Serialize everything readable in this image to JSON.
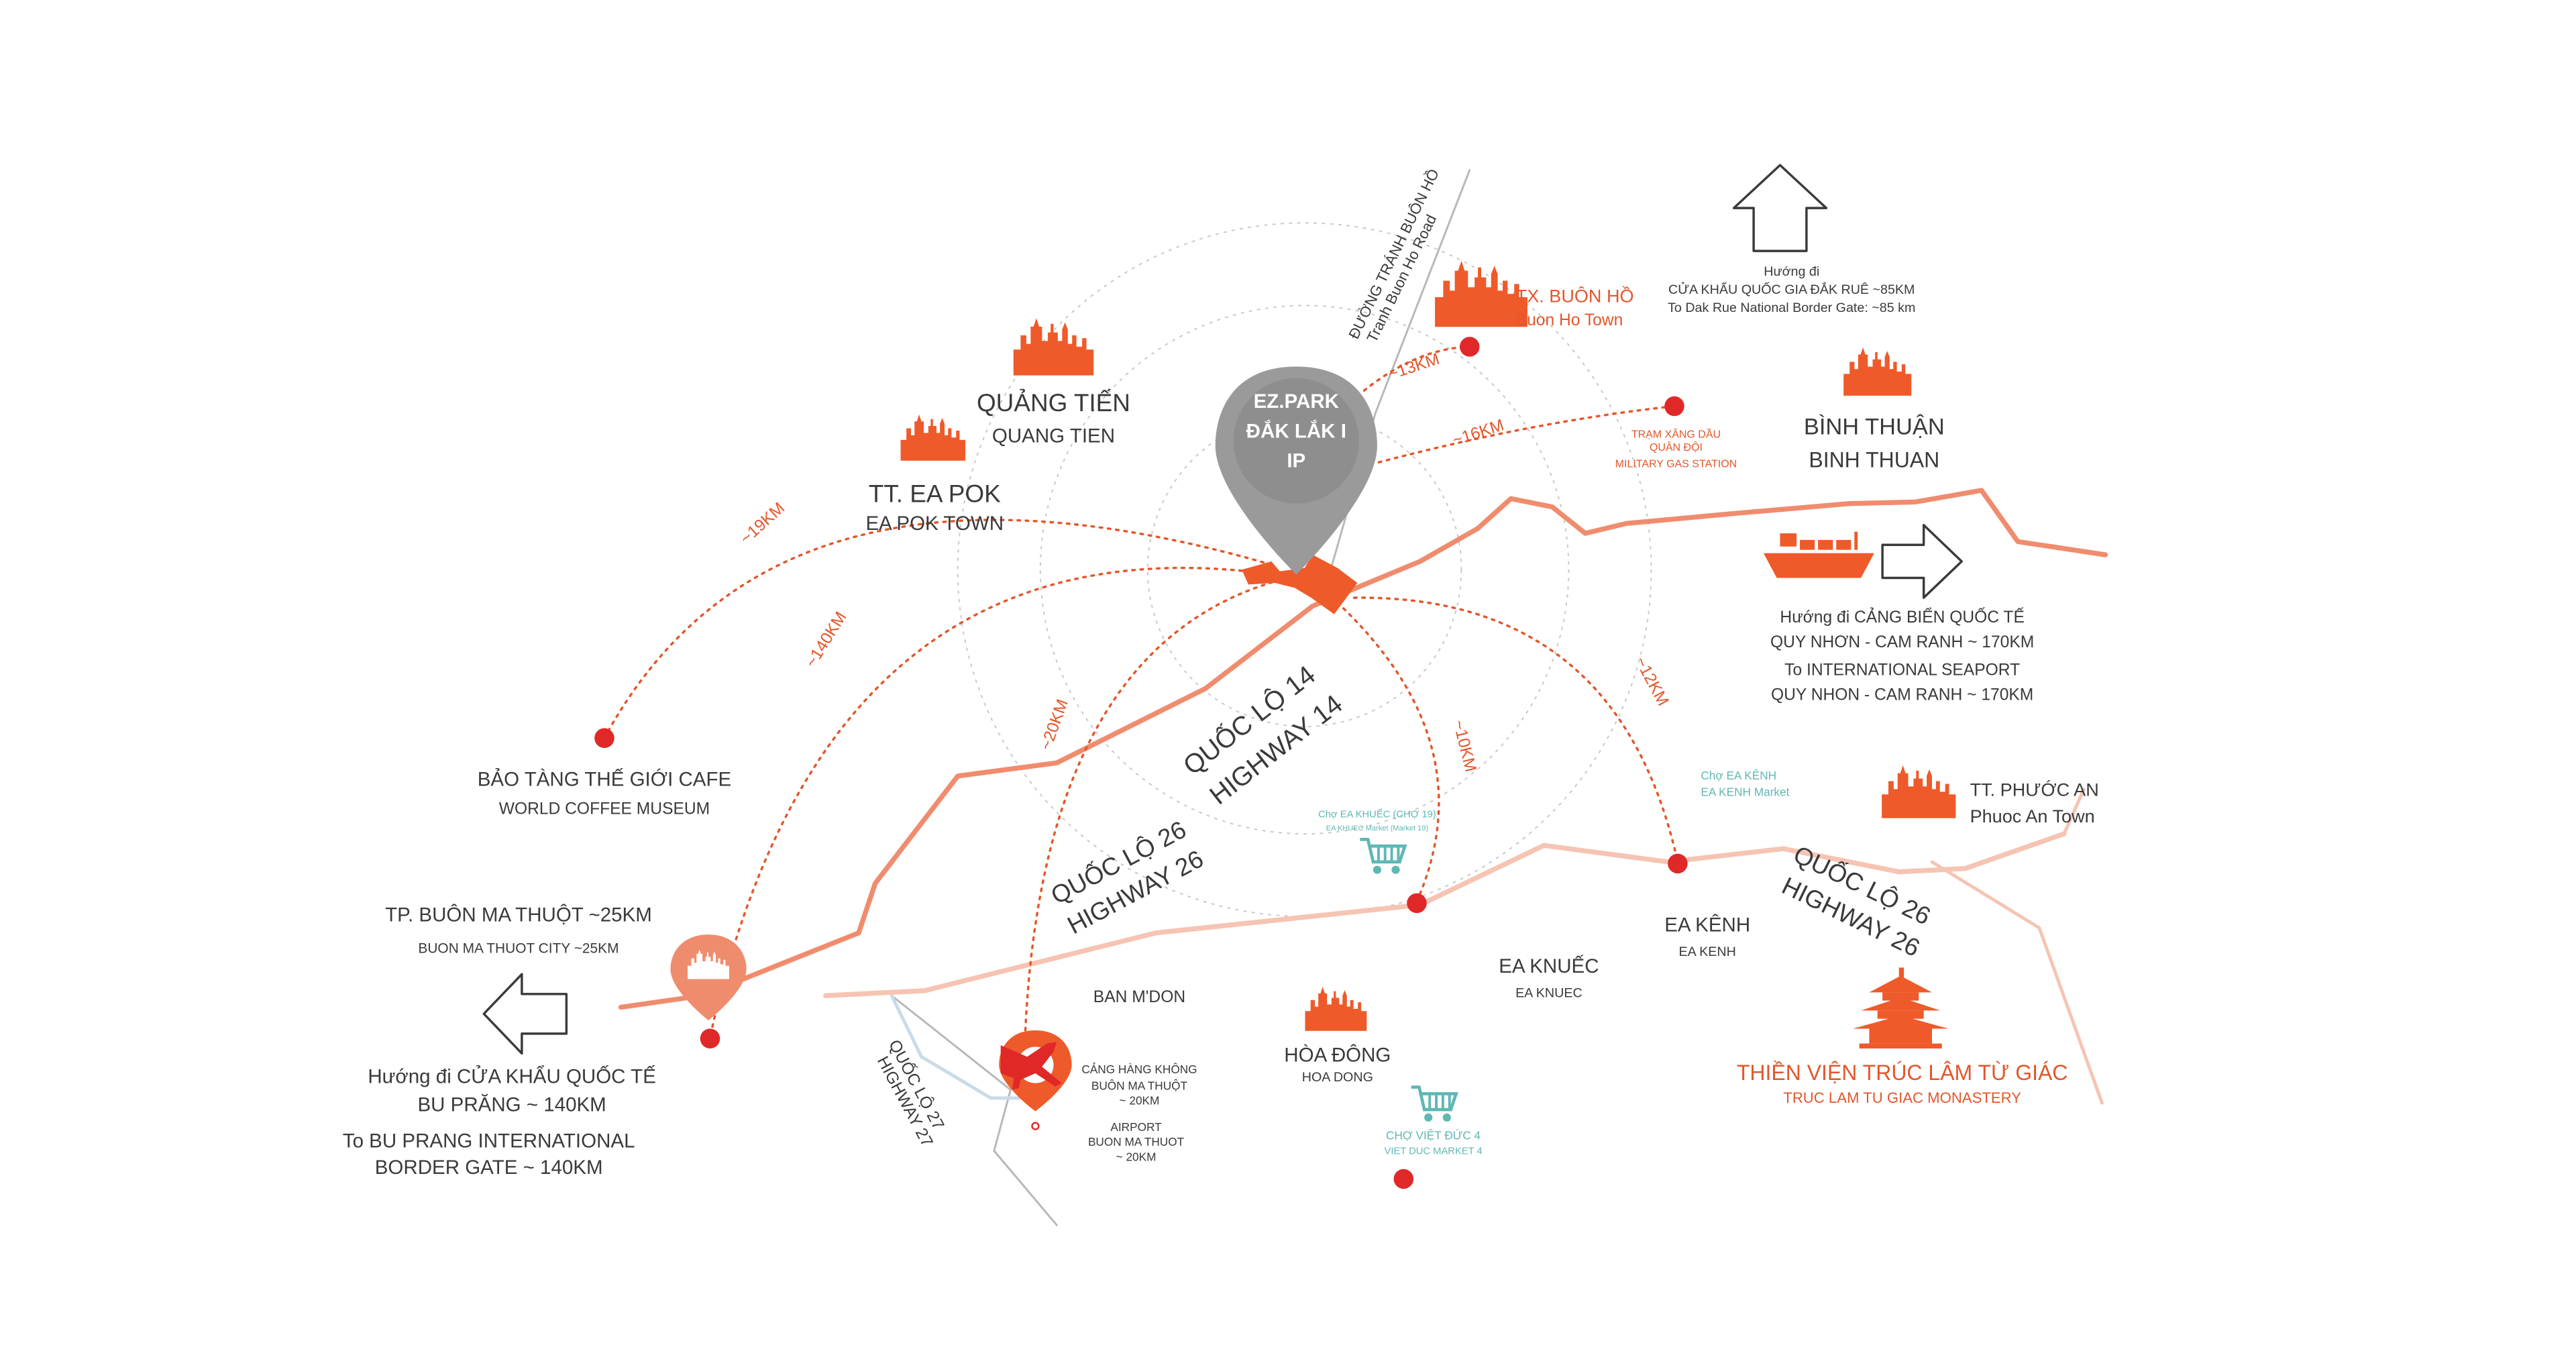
{
  "colors": {
    "accent": "#ef5a2a",
    "road": "#f08c6e",
    "road_light": "#f6c4b3",
    "marker": "#e02828",
    "pin": "#9a9a9a",
    "teal": "#5fb8b4",
    "text": "#3a3a3a",
    "gray_road": "#b8b8b8",
    "blue_road": "#c9dbe8"
  },
  "center_pin": {
    "line1": "EZ.PARK",
    "line2": "ĐẮK LẮK I",
    "line3": "IP"
  },
  "roads": {
    "ql14_vi": "QUỐC LỘ 14",
    "ql14_en": "HIGHWAY 14",
    "ql26a_vi": "QUỐC LỘ 26",
    "ql26a_en": "HIGHWAY 26",
    "ql26b_vi": "QUỐC LỘ 26",
    "ql26b_en": "HIGHWAY 26",
    "ql27_vi": "QUỐC LỘ 27",
    "ql27_en": "HIGHWAY 27",
    "bypass_vi": "ĐƯỜNG TRÁNH BUÔN HỒ",
    "bypass_en": "Tranh Buon Ho Road"
  },
  "distances": {
    "buon_ho": "~13KM",
    "gas": "~16KM",
    "ea_pok": "~19KM",
    "coffee_museum": "~140KM",
    "airport": "~20KM",
    "ea_knuec": "~10KM",
    "ea_kenh": "~12KM"
  },
  "places": {
    "buon_ho_vi": "TX. BUÔN HỒ",
    "buon_ho_en": "Buon Ho Town",
    "gas_vi1": "TRẠM XĂNG DẦU",
    "gas_vi2": "QUÂN ĐỘI",
    "gas_en": "MILITARY GAS STATION",
    "quang_tien_vi": "QUẢNG TIẾN",
    "quang_tien_en": "QUANG TIEN",
    "ea_pok_vi": "TT. EA POK",
    "ea_pok_en": "EA POK TOWN",
    "binh_thuan_vi": "BÌNH THUẬN",
    "binh_thuan_en": "BINH THUAN",
    "museum_vi": "BẢO TÀNG THẾ GIỚI CAFE",
    "museum_en": "WORLD COFFEE MUSEUM",
    "bmt_vi": "TP. BUÔN MA THUỘT ~25KM",
    "bmt_en": "BUON MA THUOT CITY ~25KM",
    "ban_mdon": "BAN M'DON",
    "airport_vi1": "CẢNG HÀNG KHÔNG",
    "airport_vi2": "BUÔN MA THUỘT",
    "airport_vi3": "~ 20KM",
    "airport_en1": "AIRPORT",
    "airport_en2": "BUON MA THUOT",
    "airport_en3": "~ 20KM",
    "hoa_dong_vi": "HÒA ĐÔNG",
    "hoa_dong_en": "HOA DONG",
    "ea_knuec_vi": "EA KNUẾC",
    "ea_knuec_en": "EA KNUEC",
    "ea_kenh_vi": "EA KÊNH",
    "ea_kenh_en": "EA KENH",
    "phuoc_an_vi": "TT. PHƯỚC AN",
    "phuoc_an_en": "Phuoc An Town",
    "monastery_vi": "THIỀN VIỆN TRÚC LÂM TỪ GIÁC",
    "monastery_en": "TRUC LAM TU GIAC MONASTERY",
    "market_knuec_vi": "Chợ EA KHUẾC (CHỢ 19)",
    "market_knuec_en": "EA KHUEC Market (Market 19)",
    "market_kenh_vi": "Chợ EA KÊNH",
    "market_kenh_en": "EA KENH Market",
    "market_vietduc_vi": "CHỢ VIỆT ĐỨC 4",
    "market_vietduc_en": "VIET DUC MARKET 4"
  },
  "directions": {
    "north_l1": "Hướng đi",
    "north_l2": "CỬA KHẨU QUỐC GIA ĐẮK RUÊ ~85KM",
    "north_l3": "To Dak Rue National Border Gate: ~85 km",
    "east_l1": "Hướng đi CẢNG BIỂN QUỐC TẾ",
    "east_l2": "QUY NHƠN - CAM RANH ~ 170KM",
    "east_l3": "To INTERNATIONAL SEAPORT",
    "east_l4": "QUY NHON - CAM RANH ~ 170KM",
    "west_l1": "Hướng đi CỬA KHẨU QUỐC TẾ",
    "west_l2": "BU PRĂNG ~ 140KM",
    "west_l3": "To BU PRANG INTERNATIONAL",
    "west_l4": "BORDER GATE ~ 140KM"
  },
  "icons": [
    "map-pin-icon",
    "city-skyline-icon",
    "shopping-cart-icon",
    "cargo-ship-icon",
    "airplane-icon",
    "pagoda-icon",
    "arrow-up-icon",
    "arrow-right-icon",
    "arrow-left-icon"
  ]
}
